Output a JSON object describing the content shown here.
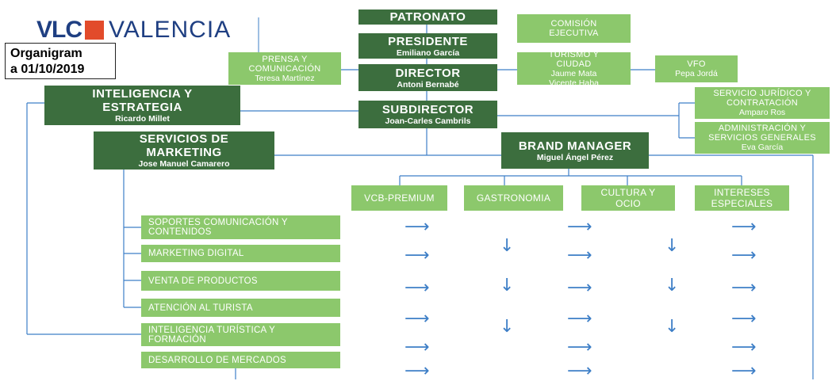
{
  "logo": {
    "brand": "VLC",
    "city": "VALENCIA",
    "square_color": "#e24b2b"
  },
  "label": {
    "line1": "Organigram",
    "line2": "a 01/10/2019"
  },
  "colors": {
    "dark_box": "#3c6e3e",
    "light_box": "#8cc86c",
    "arrow": "#3e7fc7"
  },
  "nodes": {
    "patronato": {
      "title": "PATRONATO"
    },
    "presidente": {
      "title": "PRESIDENTE",
      "name": "Emiliano García"
    },
    "director": {
      "title": "DIRECTOR",
      "name": "Antoni Bernabé"
    },
    "subdirector": {
      "title": "SUBDIRECTOR",
      "name": "Joan-Carles Cambrils"
    },
    "comision": {
      "title": "COMISIÓN EJECUTIVA"
    },
    "prensa": {
      "title": "PRENSA Y COMUNICACIÓN",
      "name": "Teresa Martínez"
    },
    "turismo": {
      "title": "TURISMO Y CIUDAD",
      "name": "Jaume Mata",
      "name2": "Vicente Haba"
    },
    "vfo": {
      "title": "VFO",
      "name": "Pepa Jordá"
    },
    "inteligencia": {
      "title": "INTELIGENCIA Y ESTRATEGIA",
      "name": "Ricardo Millet"
    },
    "servicios_marketing": {
      "title": "SERVICIOS DE MARKETING",
      "name": "Jose Manuel Camarero"
    },
    "brand_manager": {
      "title": "BRAND MANAGER",
      "name": "Miguel Ángel Pérez"
    },
    "juridico": {
      "title": "SERVICIO JURÍDICO Y CONTRATACIÓN",
      "name": "Amparo Ros"
    },
    "administracion": {
      "title": "ADMINISTRACIÓN Y SERVICIOS GENERALES",
      "name": "Eva García"
    }
  },
  "categories": [
    {
      "label": "VCB-PREMIUM"
    },
    {
      "label": "GASTRONOMIA"
    },
    {
      "label": "CULTURA Y OCIO"
    },
    {
      "label": "INTERESES ESPECIALES"
    }
  ],
  "services": [
    {
      "label": "SOPORTES COMUNICACIÓN Y CONTENIDOS"
    },
    {
      "label": "MARKETING DIGITAL"
    },
    {
      "label": "VENTA DE PRODUCTOS"
    },
    {
      "label": "ATENCIÓN AL TURISTA"
    },
    {
      "label": "INTELIGENCIA TURÍSTICA Y FORMACIÓN"
    },
    {
      "label": "DESARROLLO DE MERCADOS"
    }
  ],
  "arrow_glyphs": {
    "right": "⟶",
    "down": "↓"
  }
}
